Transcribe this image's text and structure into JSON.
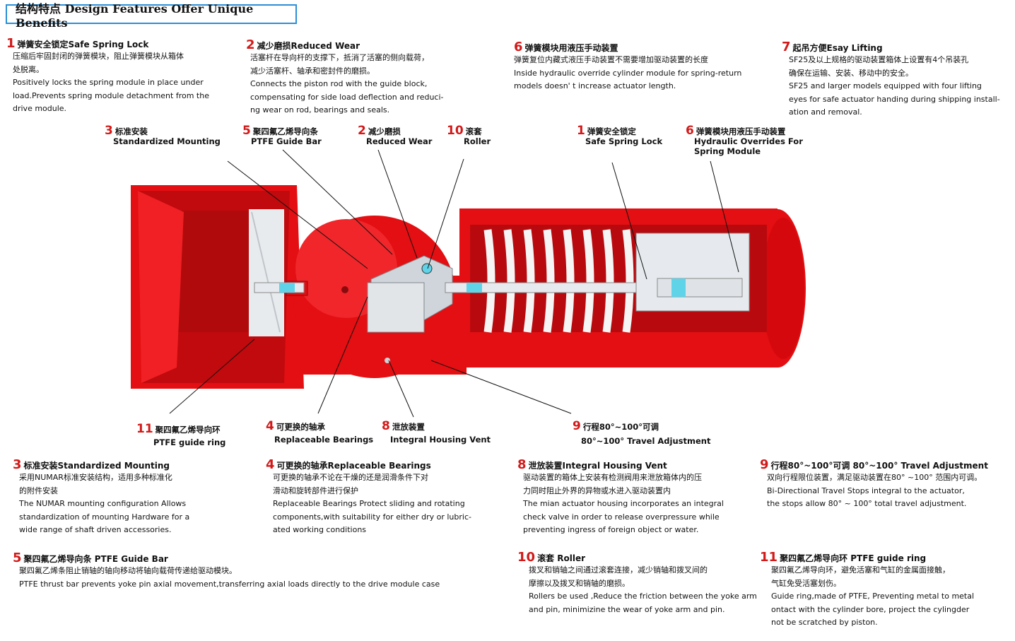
{
  "title": "结构特点 Design Features Offer Unique Benefits",
  "colors": {
    "accent": "#d21a1a",
    "frame": "#2b8fd6",
    "body_red": "#e30f12",
    "steel": "#c9ced3"
  },
  "blocks": [
    {
      "num": "1",
      "head": "弹簧安全锁定Safe Spring Lock",
      "lines": [
        "压缩后牢固封闭的弹簧模块，阻止弹簧模块从箱体",
        "处脱离。",
        "Positively locks the spring module in place under",
        "load.Prevents spring module detachment from the",
        "drive module."
      ]
    },
    {
      "num": "2",
      "head": "减少磨损Reduced Wear",
      "lines": [
        "活塞杆在导向杆的支撑下，抵消了活塞的侧向载荷，",
        "减少活塞杆、轴承和密封件的磨损。",
        "Connects the piston rod with the guide block,",
        "compensating for side load deflection and reduci-",
        "ng wear on rod, bearings and seals."
      ]
    },
    {
      "num": "6",
      "head": "弹簧模块用液压手动装置",
      "lines": [
        "弹簧复位内藏式液压手动装置不需要增加驱动装置的长度",
        " Inside hydraulic override cylinder module for spring-return",
        " models doesn' t increase actuator length."
      ]
    },
    {
      "num": "7",
      "head": "起吊方便Esay Lifting",
      "lines": [
        "SF25及以上规格的驱动装置箱体上设置有4个吊装孔",
        "确保在运输、安装、移动中的安全。",
        "SF25  and larger models equipped with  four lifting",
        "eyes for safe actuator handing during shipping  install-",
        "ation and removal."
      ]
    },
    {
      "num": "3",
      "head": "标准安装Standardized Mounting",
      "lines": [
        "采用NUMAR标准安装结构，适用多种标准化",
        "的附件安装",
        "The NUMAR mounting configuration Allows",
        "standardization of mounting Hardware for a",
        "wide range of shaft driven accessories."
      ]
    },
    {
      "num": "4",
      "head": "可更换的轴承Replaceable Bearings",
      "lines": [
        "可更换的轴承不论在干燥的还是润滑条件下对",
        "滑动和旋转部件进行保护",
        "Replaceable Bearings Protect sliding and rotating",
        "components,with suitability for either dry or lubric-",
        "ated working conditions"
      ]
    },
    {
      "num": "8",
      "head": "泄放装置Integral Housing Vent",
      "lines": [
        "驱动装置的箱体上安装有检测阀用来泄放箱体内的压",
        "力同时阻止外界的异物或水进入驱动装置内",
        "The mian actuator housing incorporates an integral",
        "check valve in order to release overpressure while",
        "preventing ingress of foreign object  or water."
      ]
    },
    {
      "num": "9",
      "head": "行程80°~100°可调   80°~100° Travel Adjustment",
      "lines": [
        "双向行程限位装置，满足驱动装置在80°  ~100°  范围内可调。",
        "Bi-Directional Travel Stops integral to the actuator,",
        "the stops allow 80°  ~ 100°  total travel adjustment."
      ]
    },
    {
      "num": "5",
      "head": "聚四氟乙烯导向条 PTFE Guide Bar",
      "lines": [
        "聚四氟乙烯条阻止销轴的轴向移动将轴向载荷传递给驱动模块。",
        "PTFE thrust bar prevents yoke pin axial movement,transferring axial loads directly to the drive module case"
      ]
    },
    {
      "num": "10",
      "head": "滚套 Roller",
      "lines": [
        "拨叉和销轴之间通过滚套连接，减少销轴和拨叉间的",
        "摩擦以及拨叉和销轴的磨损。",
        "Rollers be used ,Reduce the friction between the yoke arm",
        "and pin, minimizine the wear of yoke arm and pin."
      ]
    },
    {
      "num": "11",
      "head": "聚四氟乙烯导向环 PTFE guide ring",
      "lines": [
        "聚四氟乙烯导向环，避免活塞和气缸的金属面接触，",
        "气缸免受活塞划伤。",
        "Guide ring,made of PTFE, Preventing metal to metal",
        "ontact with the cylinder bore,  project the cylingder",
        " not be scratched by piston."
      ]
    }
  ],
  "callouts": [
    {
      "num": "3",
      "cn": "标准安装",
      "en": "Standardized Mounting"
    },
    {
      "num": "5",
      "cn": "聚四氟乙烯导向条",
      "en": "PTFE Guide Bar"
    },
    {
      "num": "2",
      "cn": "减少磨损",
      "en": "Reduced Wear"
    },
    {
      "num": "10",
      "cn": "滚套",
      "en": "Roller"
    },
    {
      "num": "1",
      "cn": "弹簧安全锁定",
      "en": "Safe Spring Lock"
    },
    {
      "num": "6",
      "cn": "弹簧模块用液压手动装置",
      "en": "Hydraulic Overrides For",
      "en2": "Spring Module"
    },
    {
      "num": "11",
      "cn": "聚四氟乙烯导向环",
      "en": "PTFE guide ring"
    },
    {
      "num": "4",
      "cn": "可更换的轴承",
      "en": "Replaceable Bearings"
    },
    {
      "num": "8",
      "cn": "泄放装置",
      "en": "Integral Housing Vent"
    },
    {
      "num": "9",
      "cn": "行程80°~100°可调",
      "en": "80°~100° Travel Adjustment"
    }
  ]
}
